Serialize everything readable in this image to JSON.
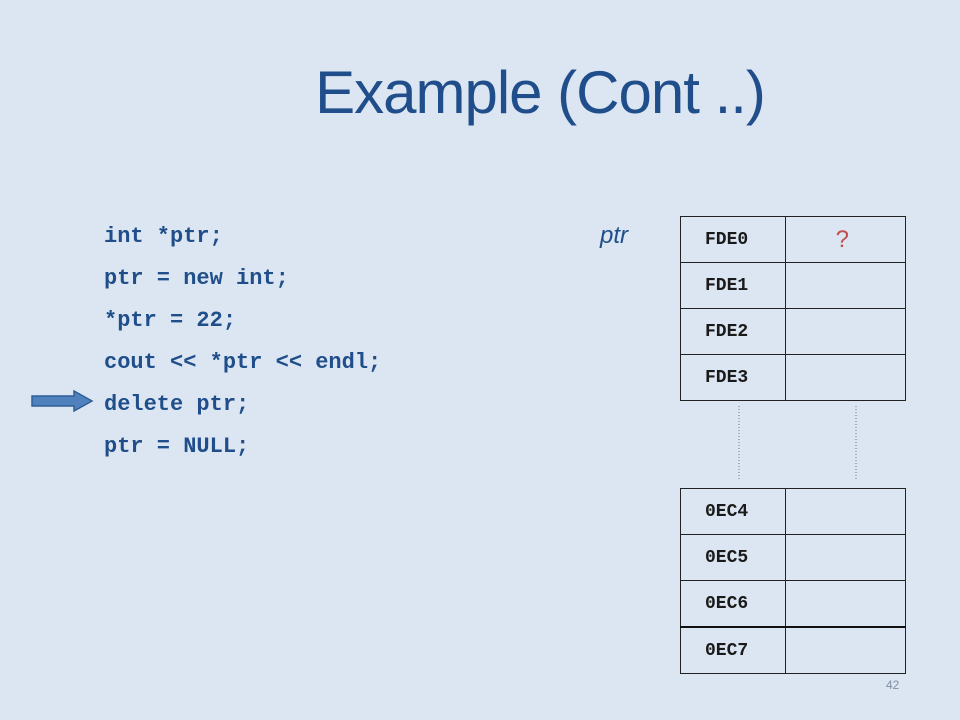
{
  "slide": {
    "title": "Example (Cont ..)",
    "page_number": "42"
  },
  "code": {
    "lines": [
      "int *ptr;",
      "ptr = new int;",
      "*ptr = 22;",
      "cout << *ptr << endl;",
      "delete ptr;",
      "ptr = NULL;"
    ],
    "current_line_index": 4
  },
  "pointer": {
    "label": "ptr"
  },
  "memory_top": [
    {
      "address": "FDE0",
      "value": "?"
    },
    {
      "address": "FDE1",
      "value": ""
    },
    {
      "address": "FDE2",
      "value": ""
    },
    {
      "address": "FDE3",
      "value": ""
    }
  ],
  "memory_bottom": [
    {
      "address": "0EC4",
      "value": ""
    },
    {
      "address": "0EC5",
      "value": ""
    },
    {
      "address": "0EC6",
      "value": ""
    },
    {
      "address": "0EC7",
      "value": ""
    }
  ],
  "colors": {
    "background": "#dce6f2",
    "title": "#1f4e8a",
    "arrow": "#4f81bd",
    "unknown_value": "#c0504d"
  },
  "icons": {
    "current_line_marker": "right-arrow-icon"
  }
}
